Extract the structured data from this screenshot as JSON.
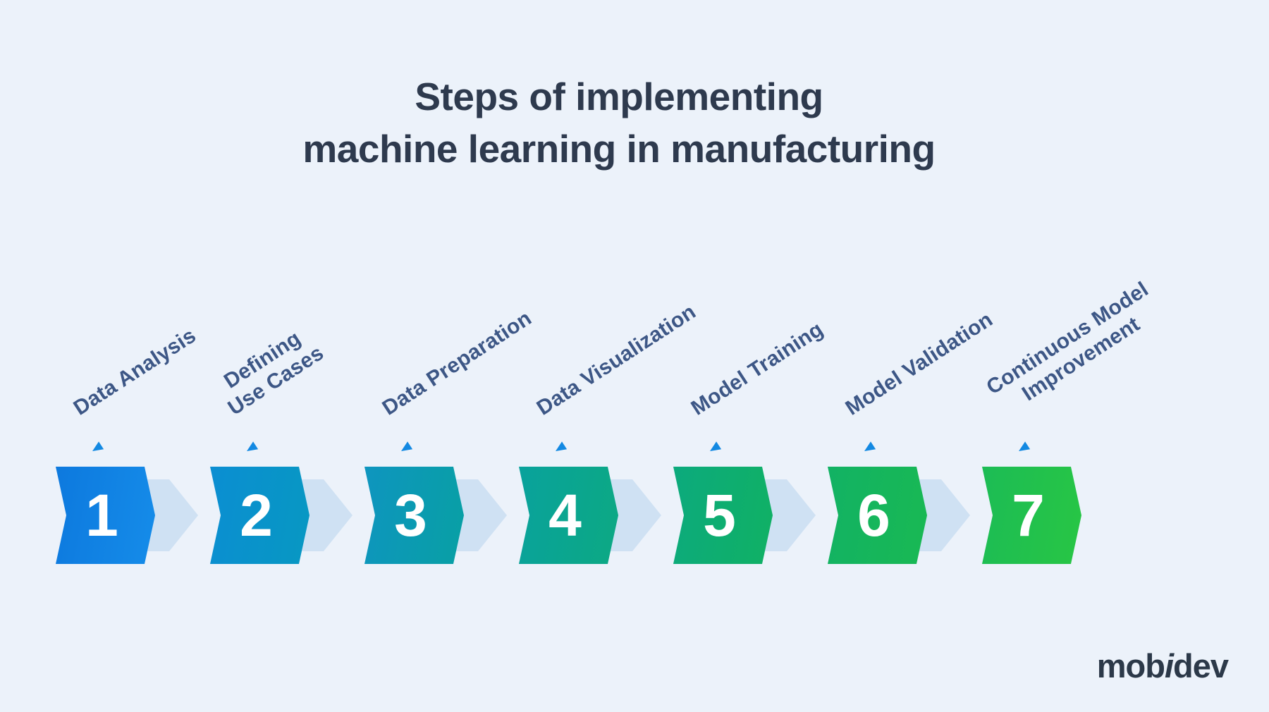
{
  "title": {
    "line1": "Steps of implementing",
    "line2": "machine learning in manufacturing"
  },
  "steps": [
    {
      "number": "1",
      "label": "Data Analysis",
      "color_from": "#0d79de",
      "color_to": "#158ce9"
    },
    {
      "number": "2",
      "label": "Defining\nUse Cases",
      "color_from": "#0b8ed2",
      "color_to": "#0798c2"
    },
    {
      "number": "3",
      "label": "Data Preparation",
      "color_from": "#0e95bf",
      "color_to": "#08a0a4"
    },
    {
      "number": "4",
      "label": "Data Visualization",
      "color_from": "#09a29c",
      "color_to": "#0ca983"
    },
    {
      "number": "5",
      "label": "Model Training",
      "color_from": "#0caa7d",
      "color_to": "#10b164"
    },
    {
      "number": "6",
      "label": "Model Validation",
      "color_from": "#12b264",
      "color_to": "#19b953"
    },
    {
      "number": "7",
      "label": "Continuous Model\nImprovement",
      "color_from": "#1cbc55",
      "color_to": "#28c644"
    }
  ],
  "logo": {
    "pre": "mob",
    "i": "i",
    "post": "dev"
  },
  "colors": {
    "background": "#ecf2fa",
    "pale_arrow": "#cfe1f3",
    "dash": "#2d9ce4",
    "arrowhead": "#1389e2",
    "label": "#3d5786",
    "title": "#2e3a4e",
    "number": "#ffffff",
    "logo": "#2c3949"
  }
}
